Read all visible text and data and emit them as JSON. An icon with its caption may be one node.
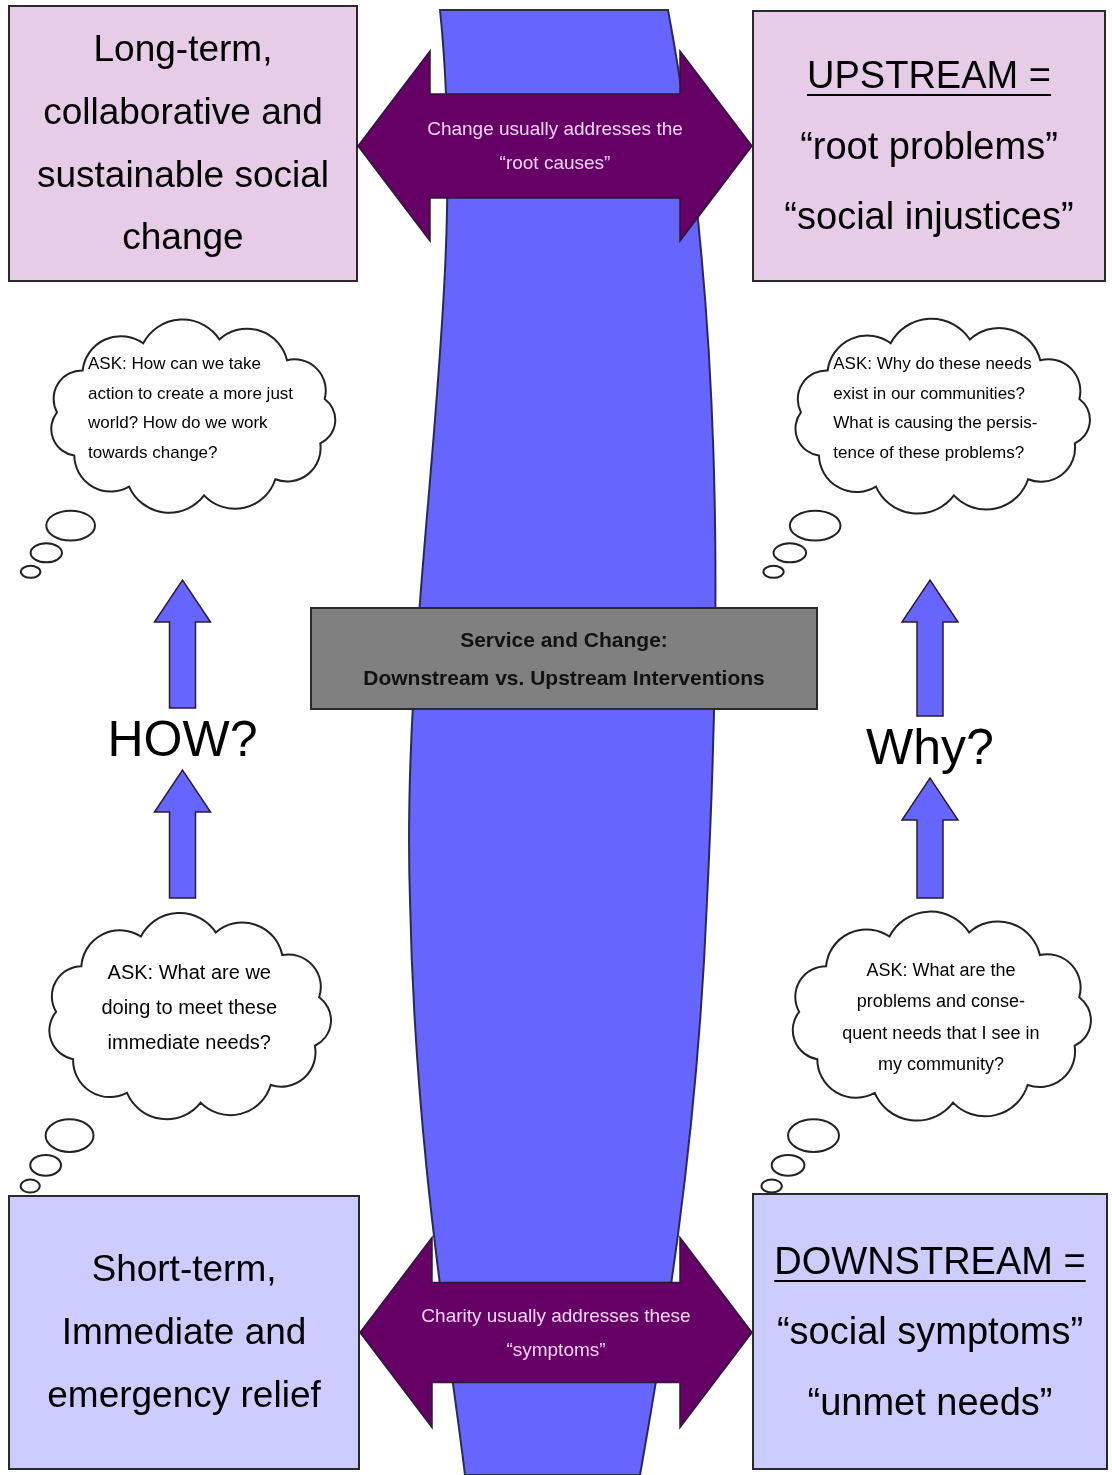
{
  "diagram": {
    "nodes": [
      {
        "text": [
          "Long-term, collaborative and sustainable social change"
        ]
      },
      {
        "text": [
          "UPSTREAM =",
          "“root problems”",
          "“social injustices”"
        ]
      },
      {
        "text": [
          "ASK: How can we take action to create a more just world? How do we work towards change?"
        ]
      },
      {
        "text": [
          "ASK: Why do these needs exist in our communities? What is causing the persis- tence of these problems?"
        ]
      },
      {
        "text": [
          "HOW?"
        ]
      },
      {
        "text": [
          "Why?"
        ]
      },
      {
        "text": [
          "Service and Change:",
          "Downstream vs. Upstream Interventions"
        ]
      },
      {
        "text": [
          "ASK: What are we doing to meet these immediate needs?"
        ]
      },
      {
        "text": [
          "ASK: What are the problems and conse- quent needs that I see in my community?"
        ]
      },
      {
        "text": [
          "Short-term, Immediate and emergency relief"
        ]
      },
      {
        "text": [
          "DOWNSTREAM =",
          "“social symptoms”",
          "“unmet needs”"
        ]
      }
    ],
    "edges": [
      {
        "from": 0,
        "to": 1,
        "arrow": "both",
        "label": "Change usually addresses the “root causes”",
        "color": "#660066"
      },
      {
        "from": 9,
        "to": 10,
        "arrow": "both",
        "label": "Charity usually addresses these “symptoms”",
        "color": "#660066"
      },
      {
        "from": 7,
        "to": 4,
        "arrow": "to"
      },
      {
        "from": 4,
        "to": 2,
        "arrow": "to"
      },
      {
        "from": 8,
        "to": 5,
        "arrow": "to"
      },
      {
        "from": 5,
        "to": 3,
        "arrow": "to"
      }
    ]
  }
}
